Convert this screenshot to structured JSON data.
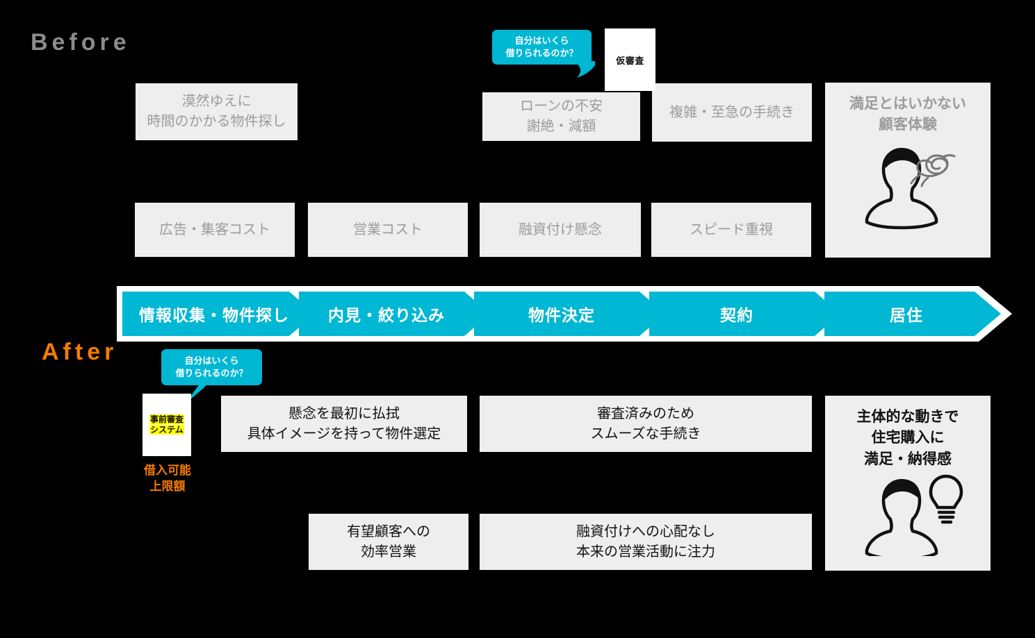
{
  "meta": {
    "colors": {
      "background": "#000000",
      "card_grey": "#eeeeee",
      "before_text": "#9b9b9b",
      "after_text": "#111111",
      "accent_cyan": "#00b7d4",
      "accent_orange": "#f57c00",
      "highlight_yellow": "#ffff00",
      "band_white": "#ffffff"
    }
  },
  "sections": {
    "before_label": "Before",
    "after_label": "After"
  },
  "journey": {
    "stages": [
      {
        "label": "情報収集・物件探し"
      },
      {
        "label": "内見・絞り込み"
      },
      {
        "label": "物件決定"
      },
      {
        "label": "契約"
      },
      {
        "label": "居住"
      }
    ]
  },
  "before": {
    "row_top": [
      {
        "text": "漠然ゆえに\n時間のかかる物件探し"
      },
      {
        "text": "ローンの不安\n謝絶・減額"
      },
      {
        "text": "複雑・至急の手続き"
      }
    ],
    "row_bottom": [
      {
        "text": "広告・集客コスト"
      },
      {
        "text": "営業コスト"
      },
      {
        "text": "融資付け懸念"
      },
      {
        "text": "スピード重視"
      }
    ],
    "bubble": "自分はいくら\n借りられるのか？",
    "doc_card": "仮審査",
    "outcome": "満足とはいかない\n顧客体験"
  },
  "after": {
    "bubble": "自分はいくら\n借りられるのか？",
    "doc_card": {
      "line1": "事前審査",
      "line2": "システム"
    },
    "limit_caption": "借入可能\n上限額",
    "row_top": [
      {
        "text": "懸念を最初に払拭\n具体イメージを持って物件選定"
      },
      {
        "text": "審査済みのため\nスムーズな手続き"
      }
    ],
    "row_bottom": [
      {
        "text": "有望顧客への\n効率営業"
      },
      {
        "text": "融資付けへの心配なし\n本来の営業活動に注力"
      }
    ],
    "outcome": "主体的な動きで\n住宅購入に\n満足・納得感"
  }
}
